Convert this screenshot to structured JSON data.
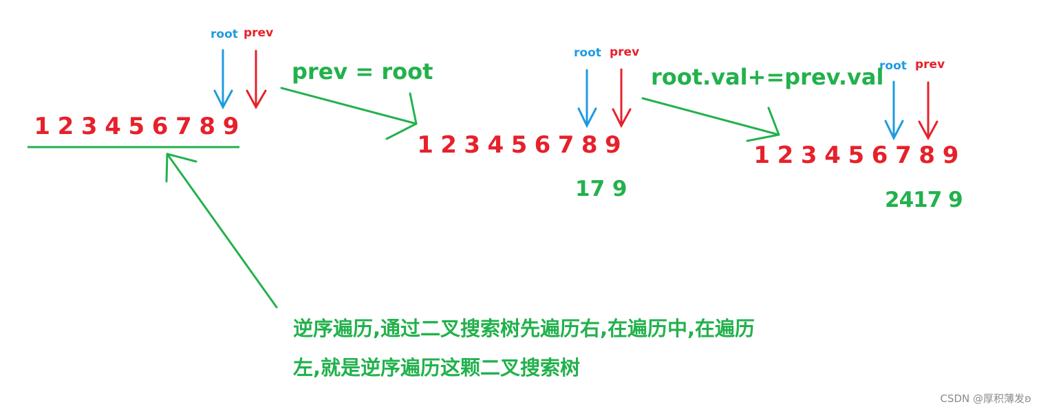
{
  "sequence": [
    "1",
    "2",
    "3",
    "4",
    "5",
    "6",
    "7",
    "8",
    "9"
  ],
  "pointers": {
    "root_label": "root",
    "prev_label": "prev"
  },
  "operations": {
    "step1": "prev = root",
    "step2": "root.val+=prev.val"
  },
  "sums": {
    "after_step1": "17 9",
    "after_step2": "2417 9"
  },
  "note": {
    "line1": "逆序遍历,通过二叉搜索树先遍历右,在遍历中,在遍历",
    "line2": "左,就是逆序遍历这颗二叉搜索树"
  },
  "watermark": "CSDN @厚积薄发ʚ",
  "colors": {
    "digits": "#e6212b",
    "root_arrow": "#1e9be0",
    "prev_arrow": "#e6212b",
    "annotation": "#22b14c"
  }
}
